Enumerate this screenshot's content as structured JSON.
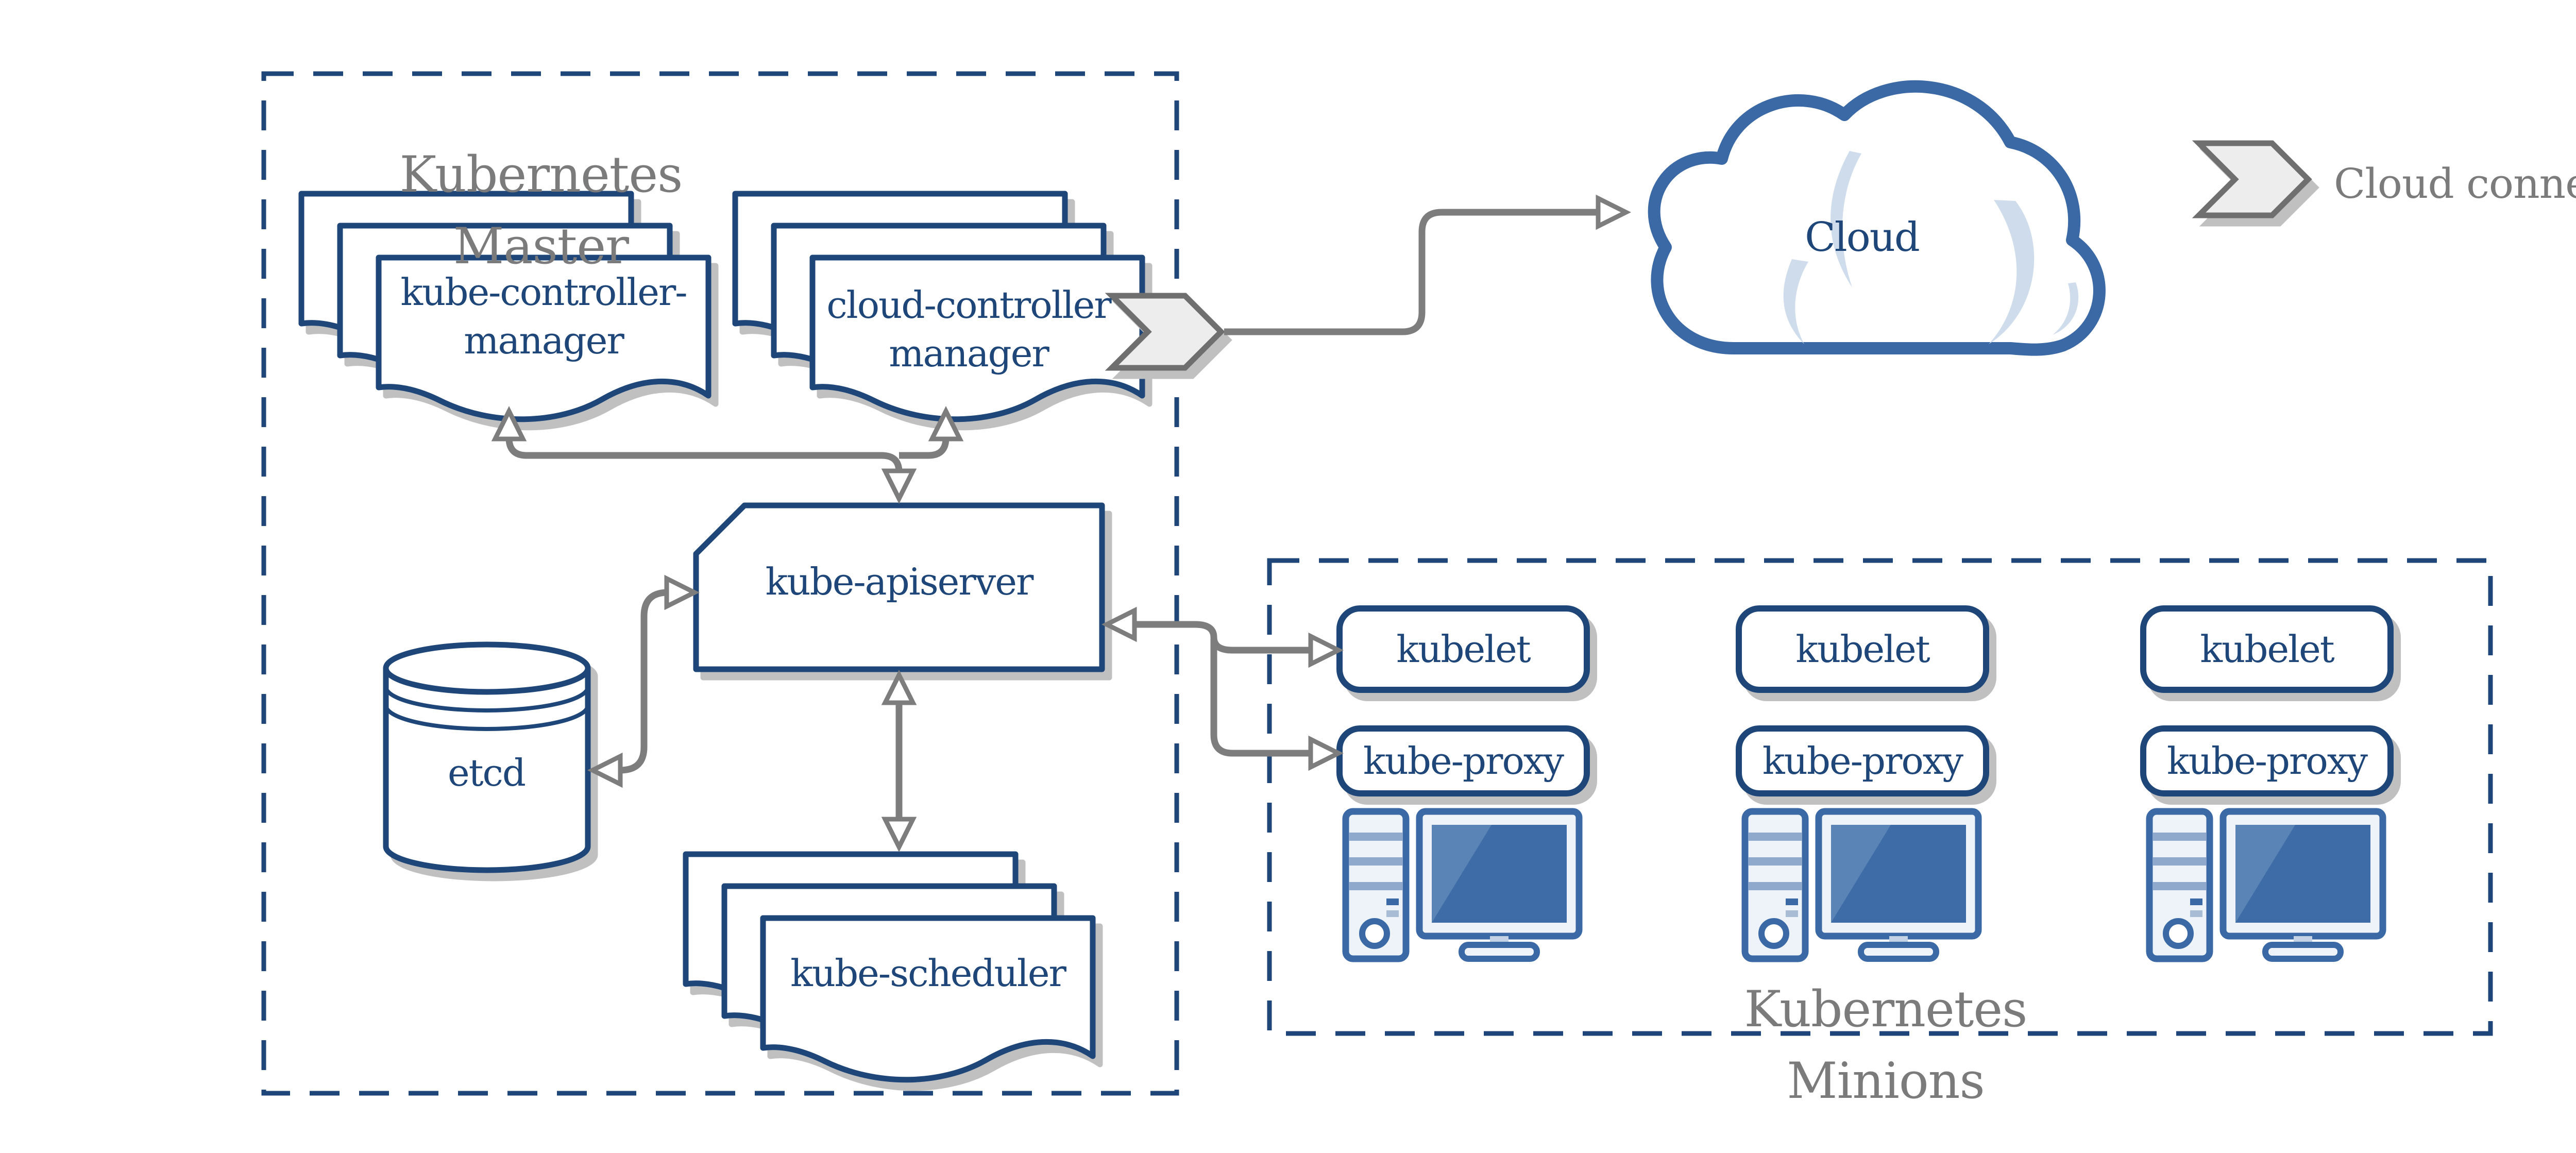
{
  "colors": {
    "navy": "#1e4679",
    "secondary_blue": "#3a69a5",
    "screen_blue": "#3e6ca7",
    "cloud_highlight": "#cfdcec",
    "gray_text": "#7b7b7b",
    "arrow_gray": "#7d7d7d",
    "chevron_fill": "#ededed",
    "chevron_stroke": "#6f6f6f",
    "shadow_gray": "#c0c0c0"
  },
  "master": {
    "title": "Kubernetes\nMaster",
    "kube_controller_manager": "kube-controller-\nmanager",
    "cloud_controller_manager": "cloud-controller\nmanager",
    "kube_apiserver": "kube-apiserver",
    "etcd": "etcd",
    "kube_scheduler": "kube-scheduler"
  },
  "minions": {
    "title": "Kubernetes\nMinions",
    "nodes": [
      {
        "kubelet": "kubelet",
        "kube_proxy": "kube-proxy"
      },
      {
        "kubelet": "kubelet",
        "kube_proxy": "kube-proxy"
      },
      {
        "kubelet": "kubelet",
        "kube_proxy": "kube-proxy"
      }
    ]
  },
  "cloud": {
    "label": "Cloud"
  },
  "legend": {
    "label": "Cloud connector"
  }
}
